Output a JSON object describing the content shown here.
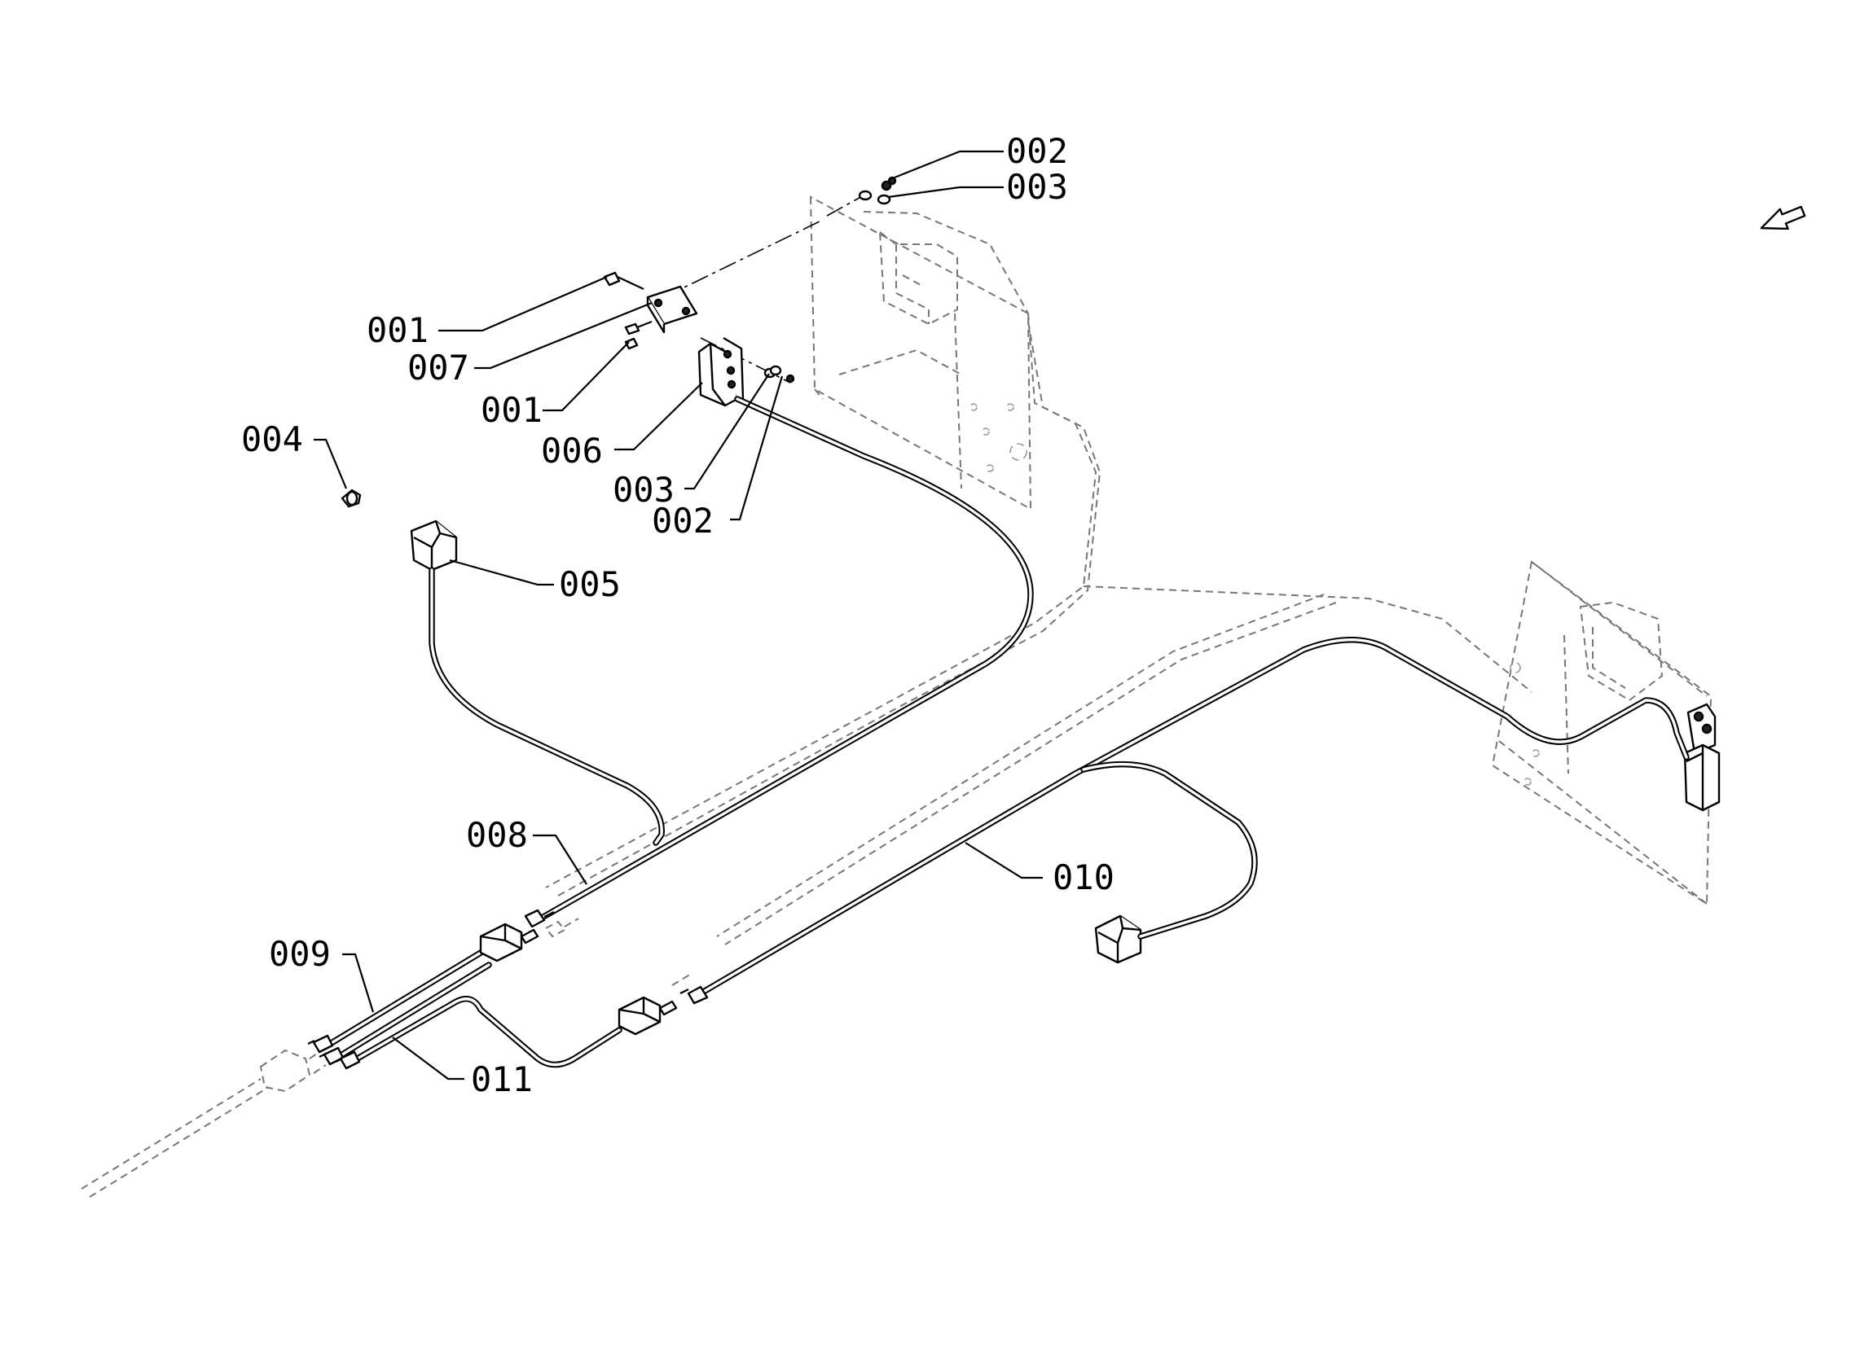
{
  "callouts": [
    {
      "id": "c1",
      "text": "002"
    },
    {
      "id": "c2",
      "text": "003"
    },
    {
      "id": "c3",
      "text": "001"
    },
    {
      "id": "c4",
      "text": "007"
    },
    {
      "id": "c5",
      "text": "001"
    },
    {
      "id": "c6",
      "text": "006"
    },
    {
      "id": "c7",
      "text": "004"
    },
    {
      "id": "c8",
      "text": "003"
    },
    {
      "id": "c9",
      "text": "002"
    },
    {
      "id": "c10",
      "text": "005"
    },
    {
      "id": "c11",
      "text": "008"
    },
    {
      "id": "c12",
      "text": "010"
    },
    {
      "id": "c13",
      "text": "009"
    },
    {
      "id": "c14",
      "text": "011"
    }
  ],
  "icons": {
    "direction": "front-direction-arrow-icon"
  },
  "colors": {
    "line": "#000000",
    "ghost": "#777777",
    "background": "#ffffff"
  }
}
